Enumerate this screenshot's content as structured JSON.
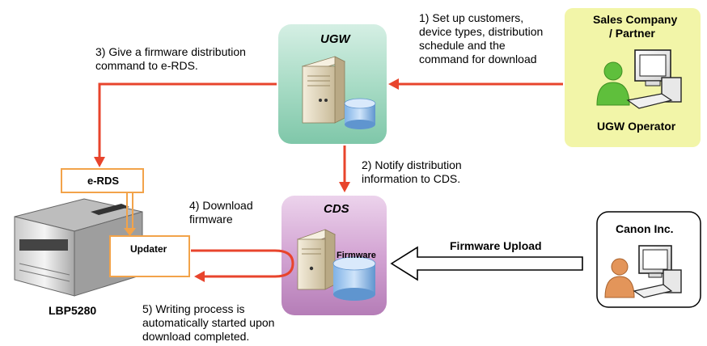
{
  "nodes": {
    "ugw": {
      "title": "UGW"
    },
    "cds": {
      "title": "CDS",
      "db_label": "Firmware"
    },
    "sales": {
      "line1": "Sales Company",
      "line2": "/ Partner",
      "caption": "UGW Operator"
    },
    "canon": {
      "title": "Canon Inc."
    },
    "erds": {
      "title": "e-RDS"
    },
    "updater": {
      "title": "Updater"
    },
    "printer": {
      "model": "LBP5280"
    }
  },
  "steps": {
    "step1": [
      "1) Set up customers,",
      "device types, distribution",
      "schedule and the",
      "command for download"
    ],
    "step2": [
      "2) Notify distribution",
      "information to CDS."
    ],
    "step3": [
      "3) Give a firmware distribution",
      "command to e-RDS."
    ],
    "step4": [
      "4) Download",
      "firmware"
    ],
    "step5": [
      "5) Writing process is",
      "automatically started upon",
      "download completed."
    ]
  },
  "upload": {
    "label": "Firmware Upload"
  },
  "colors": {
    "arrow_red": "#e8442c",
    "ugw_green": "#a7dcc5",
    "cds_purple": "#d7a8d6",
    "sales_yellow": "#f2f5a8",
    "box_orange": "#f2a34a"
  }
}
